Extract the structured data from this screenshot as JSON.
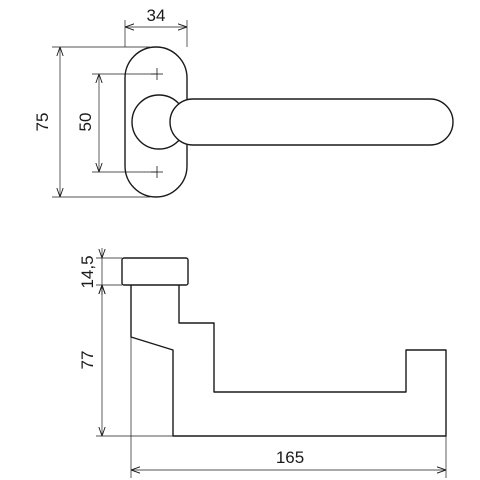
{
  "dimensions": {
    "top_width": "34",
    "top_height_outer": "75",
    "top_height_inner": "50",
    "side_rose_height": "14,5",
    "side_height": "77",
    "side_length": "165"
  }
}
